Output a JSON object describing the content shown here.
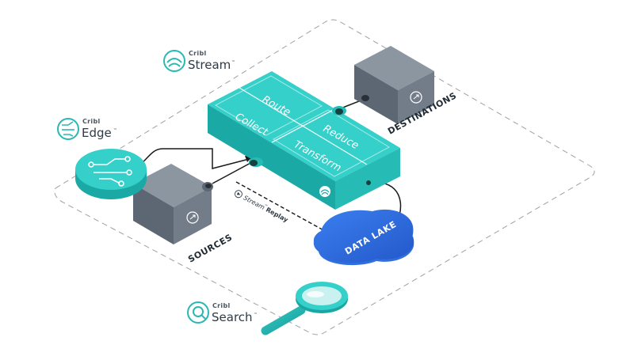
{
  "brands": {
    "stream": {
      "company": "Cribl",
      "product": "Stream",
      "tm": "™"
    },
    "edge": {
      "company": "Cribl",
      "product": "Edge",
      "tm": "™"
    },
    "search": {
      "company": "Cribl",
      "product": "Search",
      "tm": "™"
    }
  },
  "stream_functions": [
    "Route",
    "Collect",
    "Reduce",
    "Transform"
  ],
  "nodes": {
    "sources": "SOURCES",
    "destinations": "DESTINATIONS",
    "data_lake": "DATA LAKE"
  },
  "replay": {
    "product": "Stream",
    "tm": "™",
    "feature": "Replay"
  },
  "colors": {
    "teal": "#2fc6c0",
    "teal_dark": "#1aa7a3",
    "box_gray": "#6d7885",
    "box_dark": "#4a5360",
    "lake_blue": "#2f6fe0",
    "brand_teal": "#2ab8b4"
  }
}
